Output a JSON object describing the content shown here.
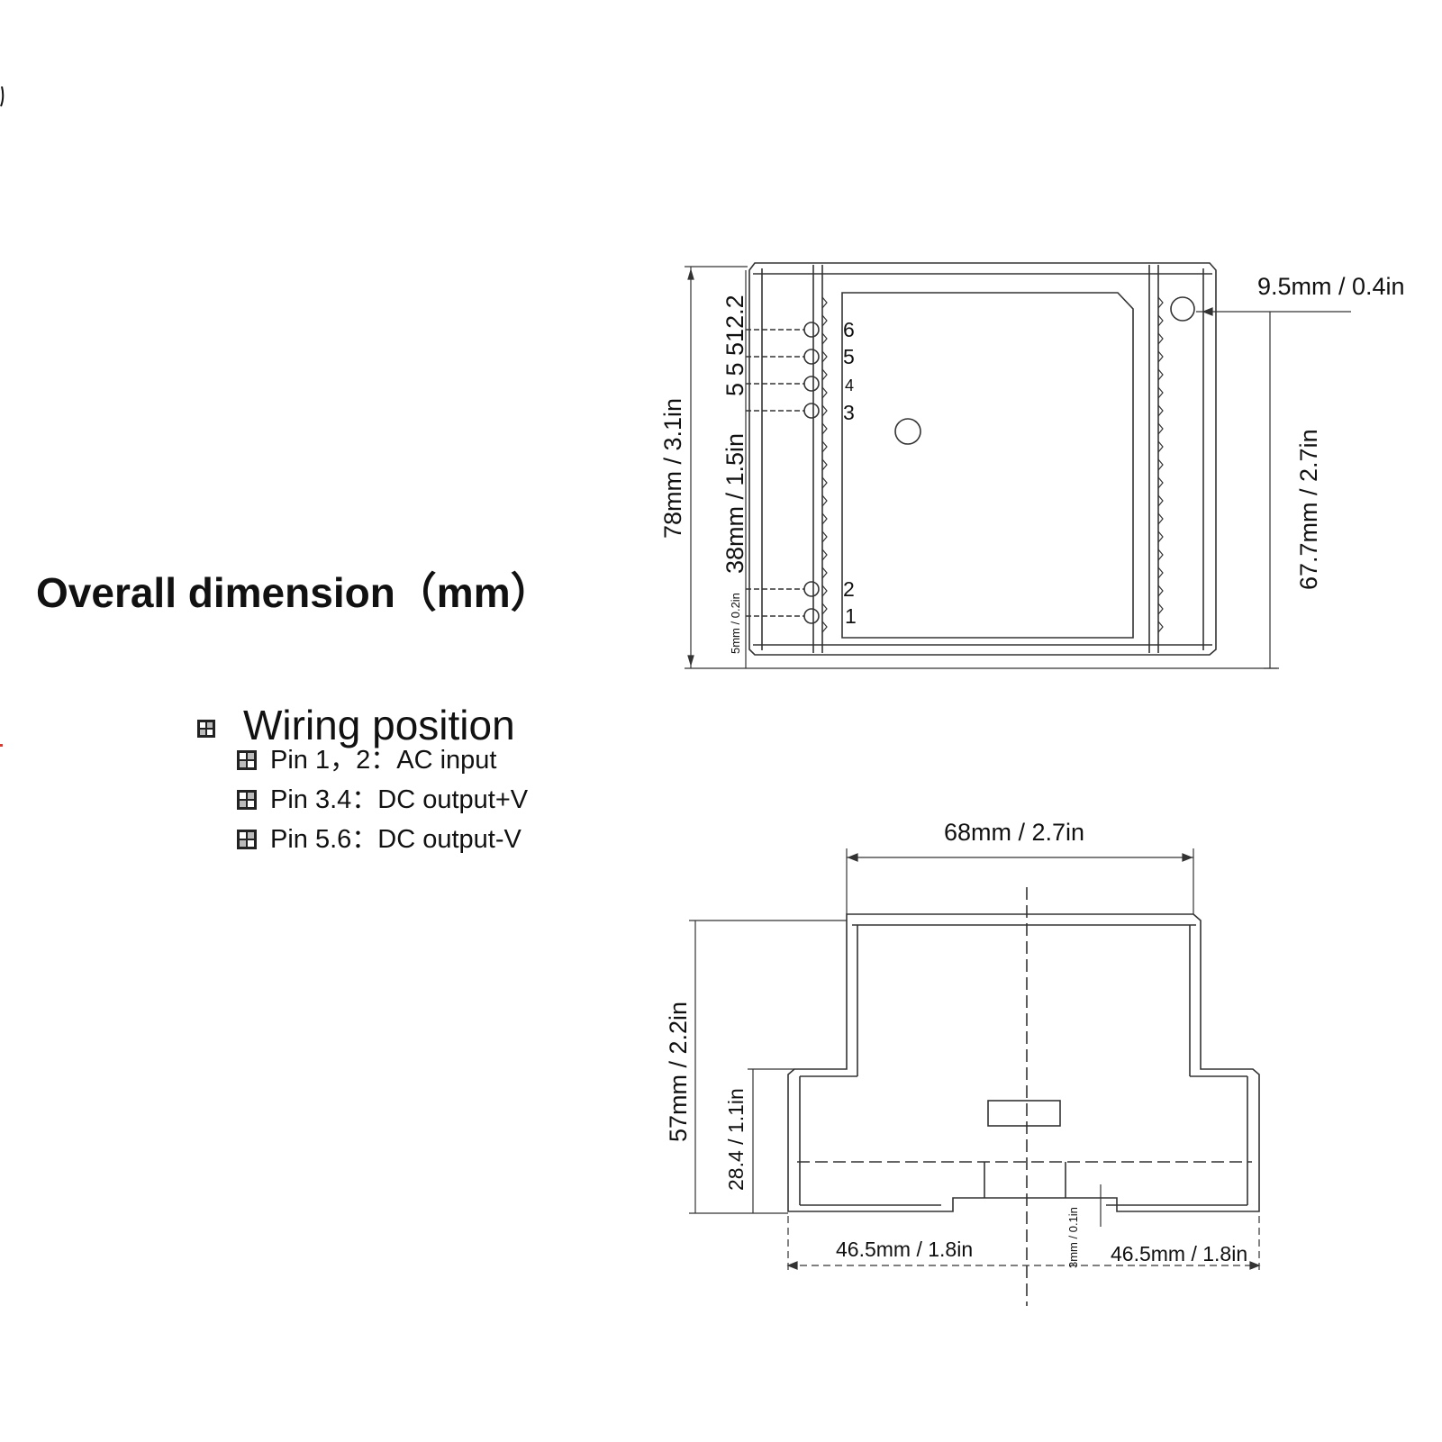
{
  "title": "Overall dimension（mm）",
  "wiring": {
    "heading": "Wiring position",
    "pins": [
      "Pin 1，2：AC input",
      "Pin 3.4：DC output+V",
      "Pin 5.6：DC output-V"
    ]
  },
  "top_view": {
    "dim_height_total": "78mm / 3.1in",
    "dim_pin_span": "38mm / 1.5in",
    "dim_pin_pitch_small": "5mm / 0.2in",
    "dim_pin_pitches": "5 5 512.2",
    "dim_hole_offset": "9.5mm / 0.4in",
    "dim_hole_span": "67.7mm / 2.7in",
    "pin_labels": [
      "6",
      "5",
      "4",
      "3",
      "2",
      "1"
    ]
  },
  "side_view": {
    "dim_top_width": "68mm / 2.7in",
    "dim_height": "57mm / 2.2in",
    "dim_base_height": "28.4 / 1.1in",
    "dim_left_half": "46.5mm / 1.8in",
    "dim_right_half": "46.5mm / 1.8in",
    "dim_rail_gap": "3mm / 0.1in"
  },
  "colors": {
    "line": "#333333",
    "text": "#111111",
    "accent_red": "#e03a2f"
  }
}
